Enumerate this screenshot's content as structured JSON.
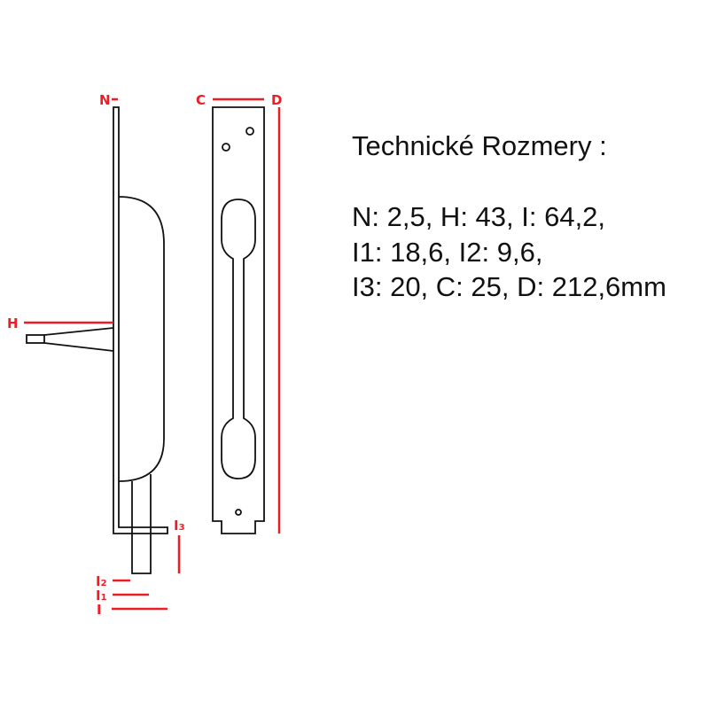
{
  "colors": {
    "dimension": "#ee1c25",
    "outline": "#111111"
  },
  "labels": {
    "N": "N",
    "H": "H",
    "C": "C",
    "D": "D",
    "I3": {
      "main": "I",
      "sub": "3"
    },
    "I2": {
      "main": "I",
      "sub": "2"
    },
    "I1": {
      "main": "I",
      "sub": "1"
    },
    "I": "I"
  },
  "specs": {
    "title": "Technické Rozmery :",
    "lines": [
      "N: 2,5, H: 43, I: 64,2,",
      "I1: 18,6, I2: 9,6,",
      "I3: 20, C: 25, D: 212,6mm"
    ]
  }
}
